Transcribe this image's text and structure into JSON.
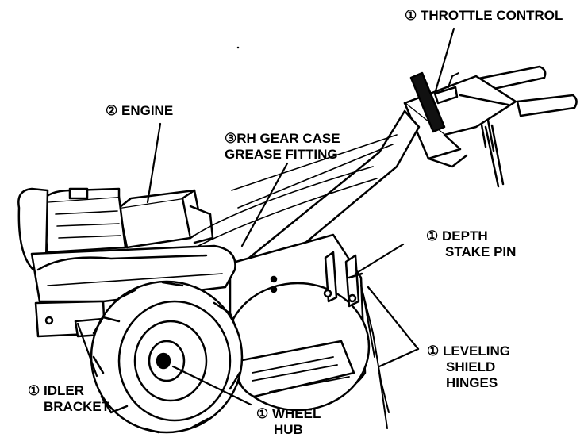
{
  "diagram": {
    "labels": {
      "throttle_control": {
        "num": "①",
        "text": "THROTTLE CONTROL"
      },
      "engine": {
        "num": "②",
        "text": "ENGINE"
      },
      "gear_case": {
        "num": "③",
        "line1": "RH GEAR CASE",
        "line2": "GREASE FITTING"
      },
      "depth_stake": {
        "num": "①",
        "line1": "DEPTH",
        "line2": "STAKE PIN"
      },
      "leveling_shield": {
        "num": "①",
        "line1": "LEVELING",
        "line2": "SHIELD",
        "line3": "HINGES"
      },
      "idler_bracket": {
        "num": "①",
        "line1": "IDLER",
        "line2": "BRACKET"
      },
      "wheel_hub": {
        "num": "①",
        "line1": "WHEEL",
        "line2": "HUB"
      }
    },
    "colors": {
      "ink": "#000000",
      "paper": "#ffffff",
      "shade": "#111111"
    }
  }
}
